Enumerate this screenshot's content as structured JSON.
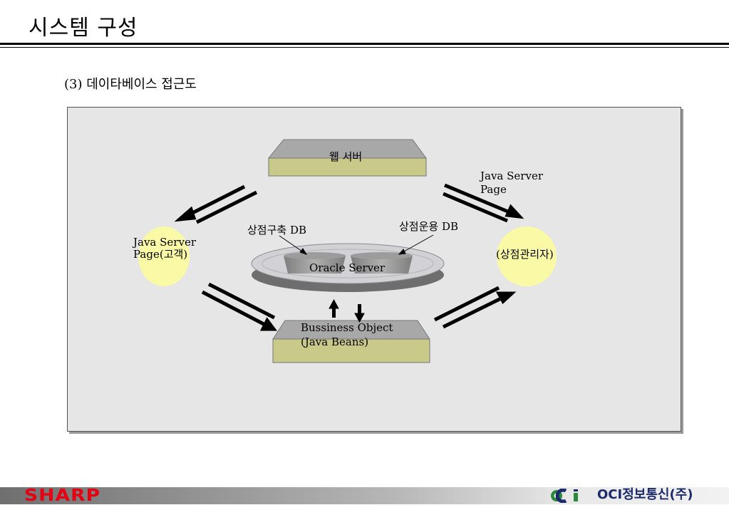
{
  "header": {
    "title": "시스템 구성",
    "subtitle": "(3) 데이타베이스 접근도"
  },
  "diagram": {
    "web_server": "웹 서버",
    "jsp_right_line1": "Java Server",
    "jsp_right_line2": "Page",
    "customer_line1": "Java Server",
    "customer_line2": "Page(고객)",
    "admin": "(상점관리자)",
    "db_build": "상점구축 DB",
    "db_ops": "상점운용 DB",
    "oracle": "Oracle Server",
    "business_line1": "Bussiness Object",
    "business_line2": "(Java Beans)",
    "colors": {
      "box_face": "#c9c98a",
      "box_top": "#a8a8a8",
      "bubble": "#fafaa6",
      "disk_top": "#d2d2d6",
      "disk_rim": "#6e6e6e"
    }
  },
  "footer": {
    "left_logo": "SHARP",
    "right_logo_icon": "oci-logo-icon",
    "right_text": "OCI정보통신(주)"
  }
}
